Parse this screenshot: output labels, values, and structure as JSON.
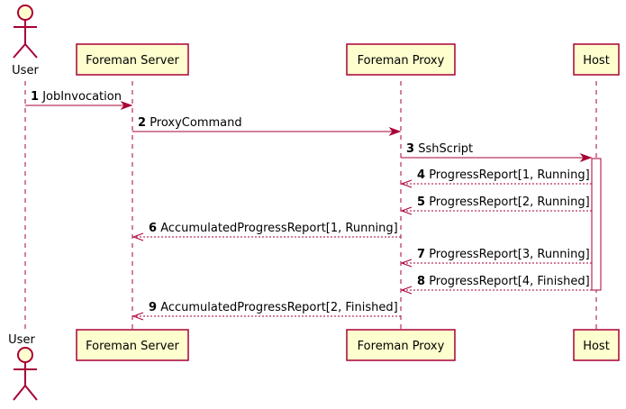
{
  "participants": [
    {
      "id": "user",
      "label": "User",
      "kind": "actor"
    },
    {
      "id": "server",
      "label": "Foreman Server",
      "kind": "participant"
    },
    {
      "id": "proxy",
      "label": "Foreman Proxy",
      "kind": "participant"
    },
    {
      "id": "host",
      "label": "Host",
      "kind": "participant"
    }
  ],
  "messages": [
    {
      "num": "1",
      "text": "JobInvocation",
      "from": "user",
      "to": "server",
      "style": "solid"
    },
    {
      "num": "2",
      "text": "ProxyCommand",
      "from": "server",
      "to": "proxy",
      "style": "solid"
    },
    {
      "num": "3",
      "text": "SshScript",
      "from": "proxy",
      "to": "host",
      "style": "solid"
    },
    {
      "num": "4",
      "text": "ProgressReport[1, Running]",
      "from": "host",
      "to": "proxy",
      "style": "dashed"
    },
    {
      "num": "5",
      "text": "ProgressReport[2, Running]",
      "from": "host",
      "to": "proxy",
      "style": "dashed"
    },
    {
      "num": "6",
      "text": "AccumulatedProgressReport[1, Running]",
      "from": "proxy",
      "to": "server",
      "style": "dashed"
    },
    {
      "num": "7",
      "text": "ProgressReport[3, Running]",
      "from": "host",
      "to": "proxy",
      "style": "dashed"
    },
    {
      "num": "8",
      "text": "ProgressReport[4, Finished]",
      "from": "host",
      "to": "proxy",
      "style": "dashed"
    },
    {
      "num": "9",
      "text": "AccumulatedProgressReport[2, Finished]",
      "from": "proxy",
      "to": "server",
      "style": "dashed"
    }
  ],
  "colors": {
    "line": "#A80036",
    "box_fill": "#FEFECE",
    "text": "#000000"
  }
}
